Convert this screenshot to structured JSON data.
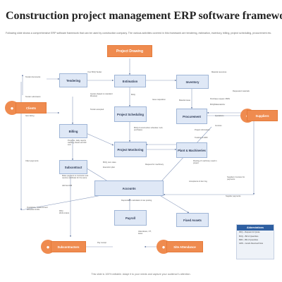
{
  "title": "Construction project management ERP software framework",
  "subtitle": "Following slide shows a comprehensive ERP software framework that can be used by construction company. The various activities covered in this framework are tendering, estimation, inventory, billing, project scheduling, procurement etc.",
  "nodes": {
    "project_drawing": "Project Drawing",
    "tendering": "Tendering",
    "estimation": "Estimation",
    "inventory": "Inventory",
    "clients": "Clients",
    "suppliers": "Suppliers",
    "project_scheduling": "Project Scheduling",
    "procurement": "Procurement",
    "billing": "Billing",
    "project_monitoring": "Project Monitoring",
    "plant_machineries": "Plant & Machineries",
    "subcontract": "Subcontract",
    "accounts": "Accounts",
    "payroll": "Payroll",
    "fixed_assets": "Fixed Assets",
    "subcontractors": "Subcontractors",
    "site_attendance": "Site Attendance"
  },
  "labels": {
    "tender_documents": "Tender documents",
    "your_boq_tender": "Your BOQ Tender",
    "material_resources": "Material resources",
    "tender_submission": "Tender submission",
    "quotes_based_on": "Quotes (based on standard libraries)",
    "boq": "BOQ",
    "issue_reqns": "Issue requisition",
    "material_issue": "Material issue",
    "requested_materials": "Requested materials",
    "purchase_request": "Purchase request / BRN",
    "boq_materials": "BOQ/Materials/Inv",
    "tender_accepted": "Tender accepted",
    "item_listing": "Item listing",
    "quotations": "Quotations",
    "invoices": "Invoices",
    "boq_schedule": "BOQ & construction schedule / sub-purchases",
    "project_information": "Project information",
    "tracking_dpr": "Tracking & DPR",
    "progress_daily_reports": "Progress, daily reports tracking sheets and bill sum",
    "client_payments": "Client payments",
    "boq_item_rates": "BOQ, item rates",
    "execution_plan": "Execution plan",
    "request_machinery": "Request for machinery",
    "routing_machinery": "Routing of machinery used in project",
    "make_payment": "Make payment to contractor and receive certificate for the same",
    "add_item": "Add item/bill",
    "acceptance_item_log": "Acceptance & item log",
    "suppliers_invoices": "Suppliers' invoices for payments",
    "supplier_payments": "Supplier payments",
    "quotations_measurement": "Quotations, measurement schedule & bills",
    "work_orders": "RFQ\nWork orders",
    "depreciation": "Depreciation calculation & tax posting",
    "pay_receipt": "Pay receipt",
    "attendance_ot_leave": "Attendance, OT, leave"
  },
  "abbreviations": {
    "heading": "Abbreviations",
    "items": [
      "RFQ – Request for Quote",
      "BOQ – Bill of Quantities",
      "BRN – Bill of Quantities",
      "GRN – Goods Received Note"
    ]
  },
  "footer": "This slide is 100% editable. Adapt it to your needs and capture your audience's attention."
}
